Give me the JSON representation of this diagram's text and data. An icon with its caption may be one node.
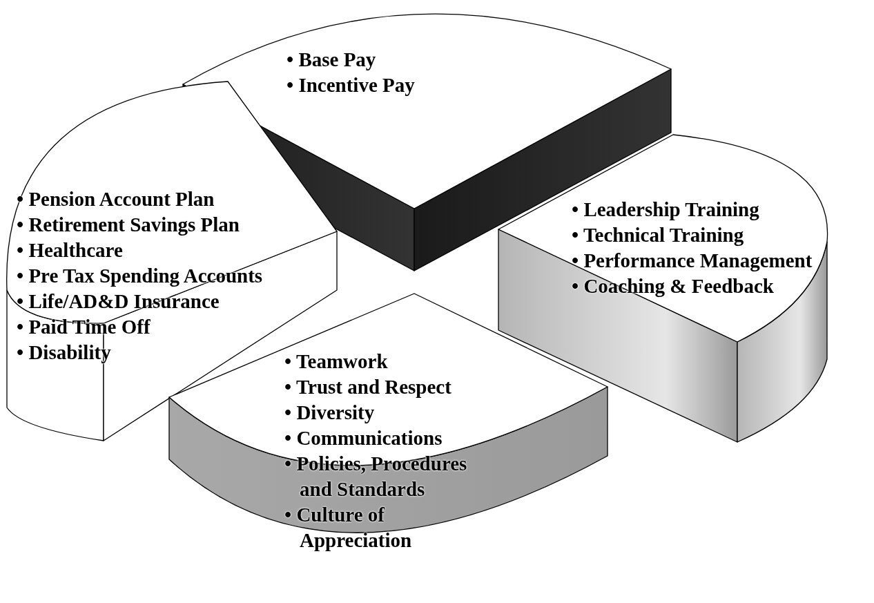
{
  "diagram": {
    "nodes": [
      {
        "text": [
          "• Base Pay",
          "• Incentive Pay"
        ]
      },
      {
        "text": [
          "• Pension Account Plan",
          "• Retirement Savings Plan",
          "• Healthcare",
          "• Pre Tax Spending Accounts",
          "• Life/AD&D Insurance",
          "• Paid Time Off",
          "• Disability"
        ]
      },
      {
        "text": [
          "• Leadership Training",
          "• Technical Training",
          "• Performance Management",
          "• Coaching & Feedback"
        ]
      },
      {
        "text": [
          "• Teamwork",
          "• Trust and Respect",
          "• Diversity",
          "• Communications",
          "• Policies, Procedures and Standards",
          "• Culture of Appreciation"
        ]
      }
    ]
  }
}
